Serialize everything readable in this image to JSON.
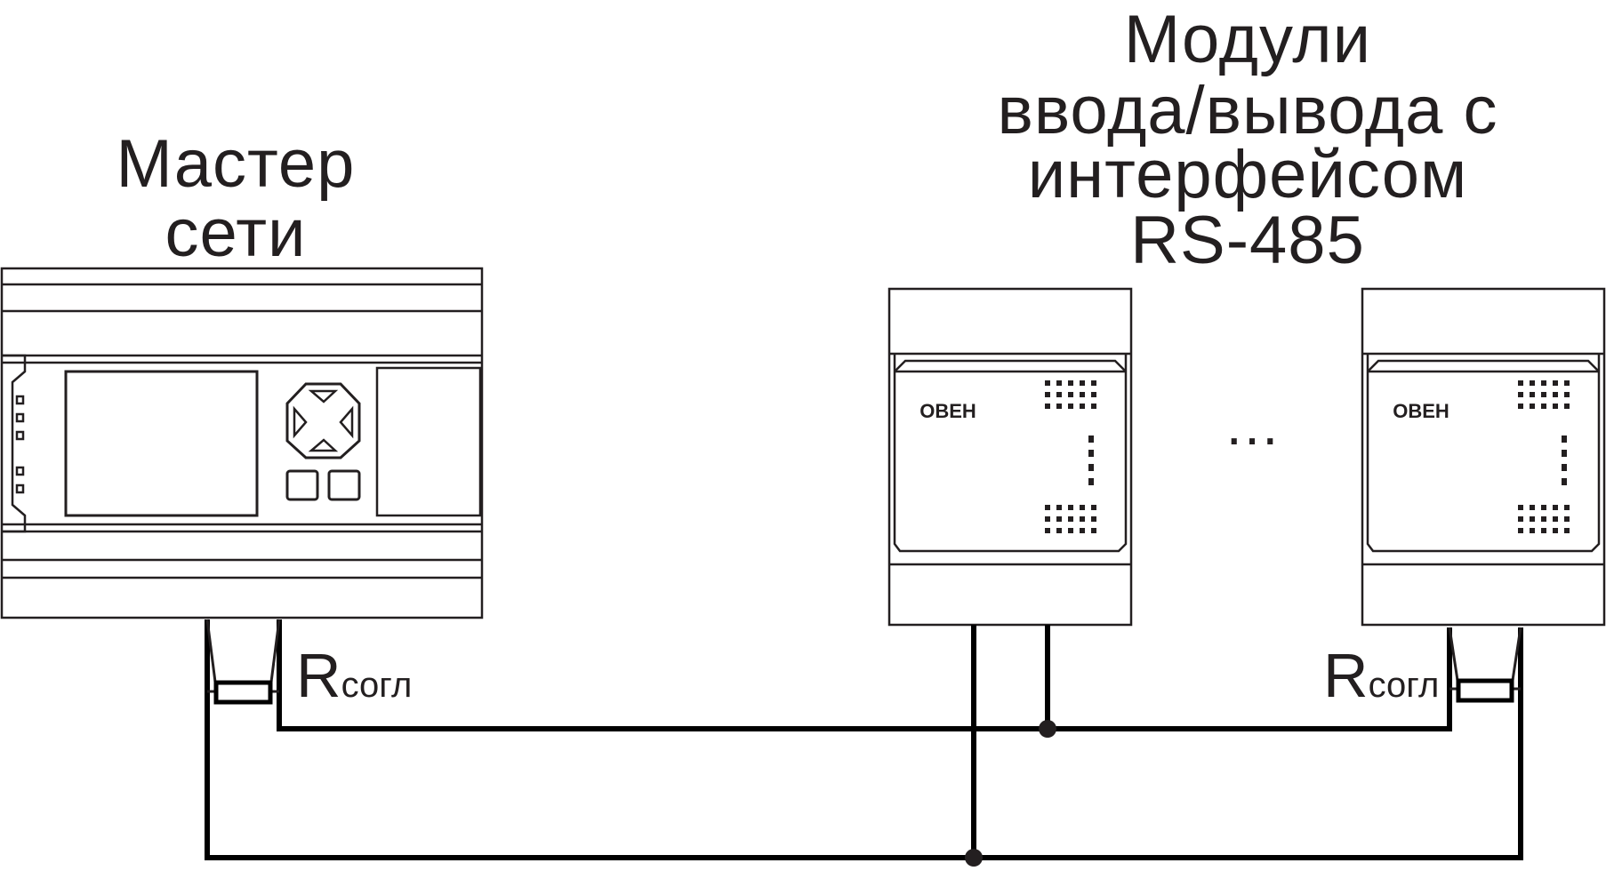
{
  "diagram": {
    "master_label_line1": "Мастер",
    "master_label_line2": "сети",
    "modules_label_line1": "Модули",
    "modules_label_line2": "ввода/вывода с",
    "modules_label_line3": "интерфейсом",
    "modules_label_line4": "RS-485",
    "ellipsis": "…",
    "resistor_label_main": "R",
    "resistor_label_sub": "согл",
    "module_brand": "ОВЕН"
  },
  "colors": {
    "line": "#231f20",
    "wire": "#000000",
    "background": "#ffffff"
  }
}
